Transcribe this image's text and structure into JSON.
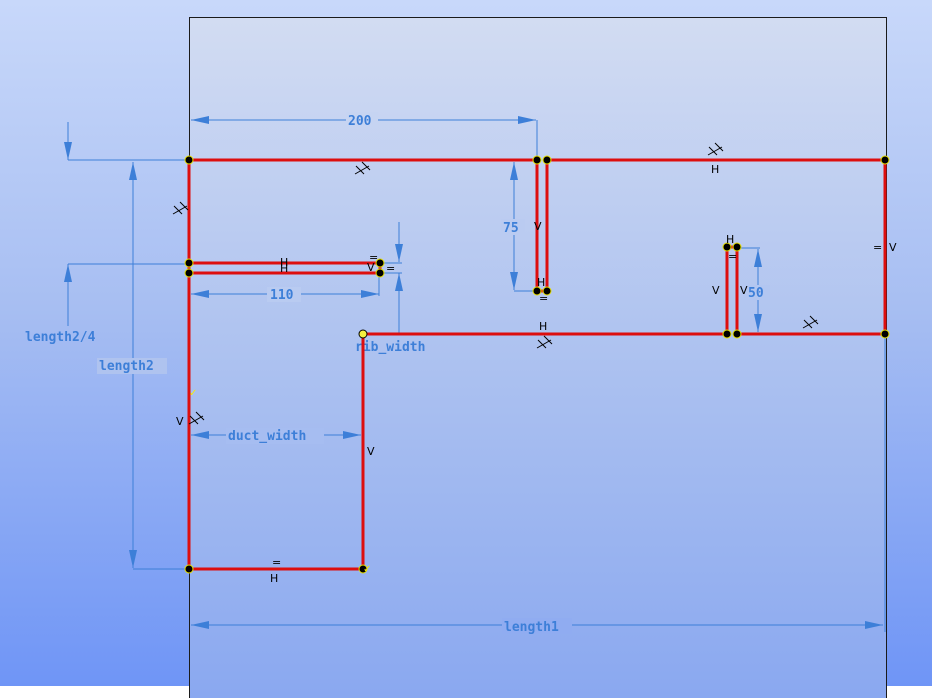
{
  "dimensions": {
    "d200": "200",
    "d75": "75",
    "d110": "110",
    "d50": "50",
    "rib_width": "rib_width",
    "duct_width": "duct_width",
    "length1": "length1",
    "length2": "length2",
    "length2_4": "length2/4"
  },
  "constraints": {
    "horizontal": "H",
    "vertical": "V",
    "equal": "=",
    "ok_mark": "✓"
  },
  "colors": {
    "sketch": "#dd0e0e",
    "dimension": "#3d7fd8",
    "point": "#000000",
    "highlight": "#e8e000"
  }
}
